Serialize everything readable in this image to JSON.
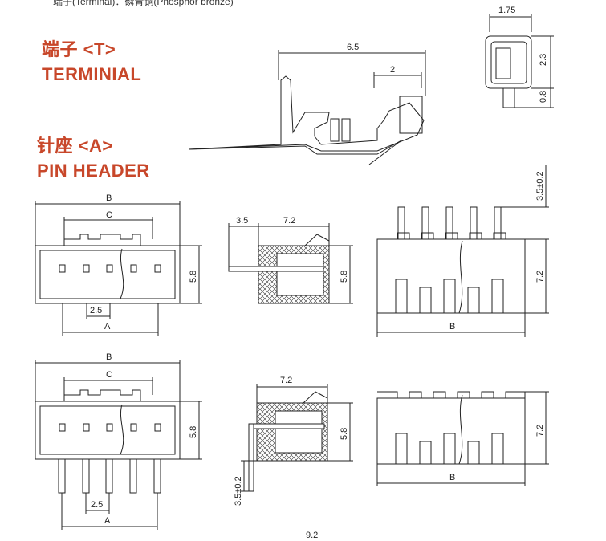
{
  "top_note": "端子(Terminal)：磷青铜(Phosphor bronze)",
  "sections": {
    "terminal_cn": "端子 <T>",
    "terminal_en": "TERMINIAL",
    "header_cn": "针座 <A>",
    "header_en": "PIN HEADER"
  },
  "dimensions": {
    "t_width": "1.75",
    "t_height": "2.3",
    "t_pin": "0.8",
    "t_length": "6.5",
    "t_crimp": "2",
    "B": "B",
    "C": "C",
    "A": "A",
    "pitch": "2.5",
    "h58": "5.8",
    "h72": "7.2",
    "d35": "3.5",
    "d72": "7.2",
    "pin35": "3.5±0.2"
  },
  "page_number": "9.2",
  "colors": {
    "header_text": "#c8472a",
    "line": "#222222"
  }
}
